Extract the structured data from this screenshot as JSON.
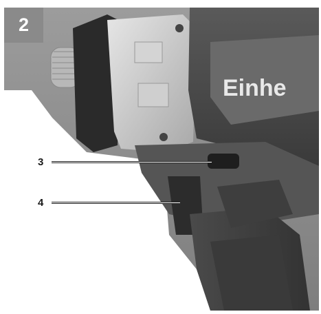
{
  "figure": {
    "number": "2",
    "brand_text": "Einhe",
    "callouts": [
      {
        "label": "3",
        "target": "forward-reverse-switch"
      },
      {
        "label": "4",
        "target": "trigger"
      }
    ]
  },
  "colors": {
    "frame_background": "#8c8c8c",
    "badge": "#8a8a8a",
    "body_dark": "#4a4a4a",
    "metal": "#c8c8c8",
    "red_accent": "#8b1c1c",
    "leader_line": "#222222"
  },
  "icons": [
    "impact-driver-photo",
    "leader-line"
  ]
}
